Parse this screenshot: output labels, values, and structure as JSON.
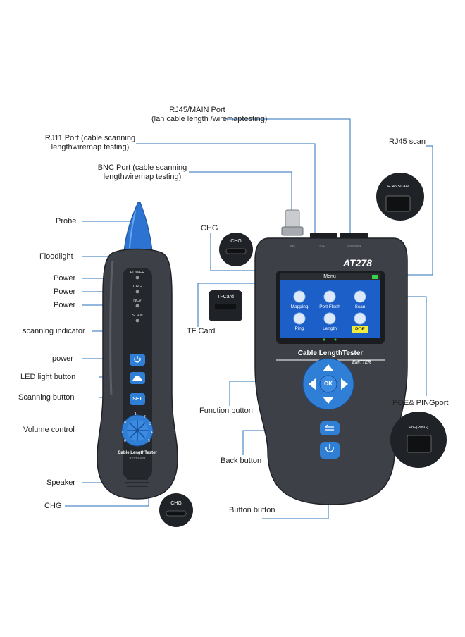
{
  "callouts": {
    "rj45_main": [
      "RJ45/MAIN Port",
      "(lan cable length /wiremaptesting)"
    ],
    "rj11": [
      "RJ11 Port (cable scanning",
      "lengthwiremap testing)"
    ],
    "bnc": [
      "BNC Port (cable scanning",
      "lengthwiremap testing)"
    ],
    "rj45_scan": "RJ45 scan",
    "probe": "Probe",
    "floodlight": "Floodlight",
    "power1": "Power",
    "power2": "Power",
    "power3": "Power",
    "scan_indicator": "scanning indicator",
    "power_btn": "power",
    "led_btn": "LED light button",
    "scan_btn": "Scanning button",
    "volume": "Volume control",
    "speaker": "Speaker",
    "chg_probe": "CHG",
    "chg_main": "CHG",
    "tf_card": "TF Card",
    "function_btn": "Function button",
    "back_btn": "Back  button",
    "button_btn": "Button  button",
    "poe_ping": "POE& PINGport"
  },
  "probe_device": {
    "leds": [
      "POWER",
      "CHG",
      "NCV",
      "SCAN"
    ],
    "set_label": "SET",
    "brand": "Cable LengthTester",
    "subtext": "RECEIVER",
    "dial_numbers": [
      "1",
      "2",
      "3",
      "4",
      "5",
      "6",
      "7",
      "8"
    ]
  },
  "main_device": {
    "model": "AT278",
    "screen_title": "Menu",
    "menu_items": [
      "Mapping",
      "Port Flash",
      "Scan",
      "Ping",
      "Length",
      "POE"
    ],
    "brand": "Cable LengthTester",
    "subtext": "EMITTER",
    "ok_label": "OK",
    "port_labels": [
      "RJ11",
      "RJ45/MAIN",
      "BNC"
    ]
  },
  "insets": {
    "chg_main": "CHG",
    "tf_card": "TFCard",
    "rj45_scan": "RJ45 SCAN",
    "poe": "PoE(PING)",
    "chg_probe": "CHG"
  },
  "colors": {
    "body": "#3d4147",
    "body_dark": "#2b2e33",
    "accent_blue": "#2f7fd6",
    "line_blue": "#2a6fb8",
    "screen": "#1c5fc9"
  }
}
